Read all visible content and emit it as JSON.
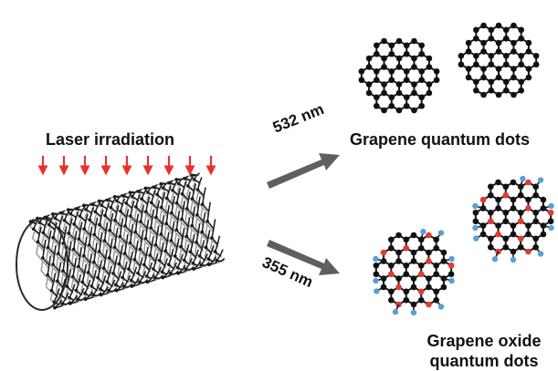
{
  "labels": {
    "laser": "Laser irradiation",
    "wavelength_upper": "532 nm",
    "wavelength_lower": "355 nm",
    "product_upper": "Grapene quantum dots",
    "product_lower_line1": "Grapene oxide",
    "product_lower_line2": "quantum dots"
  },
  "colors": {
    "laser_arrow": "#e8332a",
    "bond": "#1a1a1a",
    "carbon_atom": "#111111",
    "oxygen_atom": "#e23b2e",
    "hydrogen_atom": "#5aa0d8",
    "reaction_arrow": "#5f5f5f",
    "tube_back": "#9a9a9a"
  },
  "icons": [
    "laser-arrow-icon",
    "carbon-nanotube-icon",
    "graphene-flake-icon",
    "graphene-oxide-flake-icon",
    "reaction-arrow-icon"
  ]
}
